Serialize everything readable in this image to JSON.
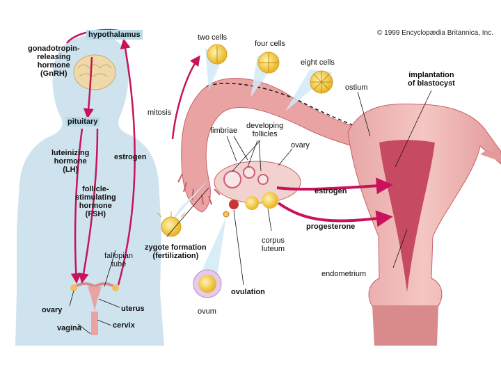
{
  "copyright": "© 1999 Encyclopædia Britannica, Inc.",
  "labels": {
    "hypothalamus": "hypothalamus",
    "gnrh": "gonadotropin-\nreleasing\nhormone\n(GnRH)",
    "pituitary": "pituitary",
    "lh": "luteinizing\nhormone\n(LH)",
    "estrogen_left": "estrogen",
    "fsh": "follicle-\nstimulating\nhormone\n(FSH)",
    "fallopian_tube": "fallopian\ntube",
    "ovary_left": "ovary",
    "uterus": "uterus",
    "vagina": "vagina",
    "cervix": "cervix",
    "two_cells": "two cells",
    "four_cells": "four cells",
    "eight_cells": "eight cells",
    "mitosis": "mitosis",
    "fimbriae": "fimbriae",
    "developing_follicles": "developing\nfollicles",
    "ovary_right": "ovary",
    "ostium": "ostium",
    "implantation": "implantation\nof blastocyst",
    "estrogen_right": "estrogen",
    "progesterone": "progesterone",
    "corpus_luteum": "corpus\nluteum",
    "zygote": "zygote formation\n(fertilization)",
    "ovulation": "ovulation",
    "ovum": "ovum",
    "endometrium": "endometrium"
  },
  "colors": {
    "silhouette": "#cfe3ee",
    "highlight": "#b9dbe9",
    "hormone_arrow": "#c8135a",
    "tissue_pink": "#e9a3a3",
    "tissue_dark": "#c8606a",
    "cell_yellow": "#f3cd3a",
    "callout_blue": "#d2eaf6"
  }
}
